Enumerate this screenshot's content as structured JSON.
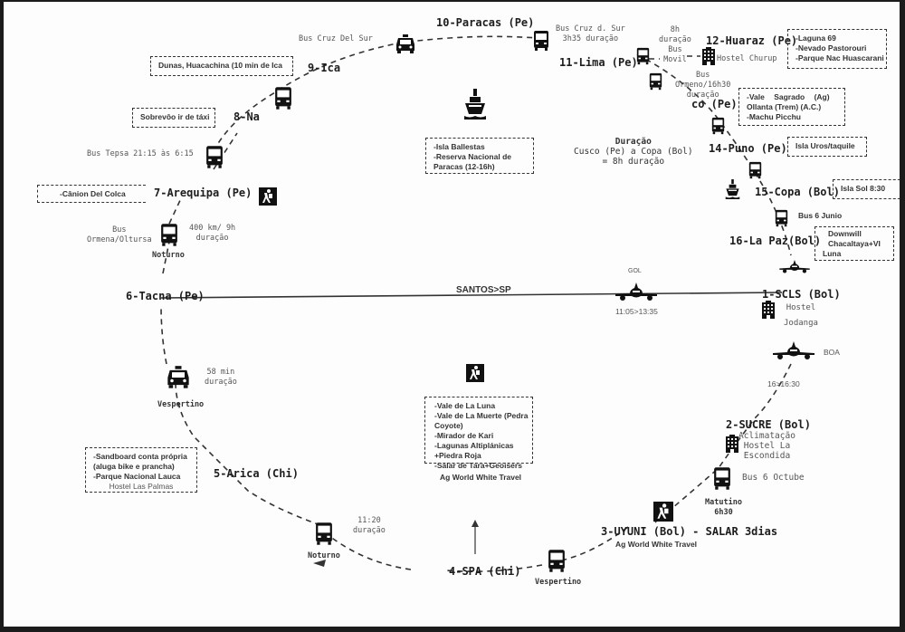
{
  "stops": {
    "s1": "1-SCLS (Bol)",
    "s2": "2-SUCRE (Bol)",
    "s3": "3-UYUNI (Bol) - SALAR 3dias",
    "s4": "4-SPA (Chi)",
    "s5": "5-Arica (Chi)",
    "s6": "6-Tacna (Pe)",
    "s7": "7-Arequipa (Pe)",
    "s8": "8-Na",
    "s9": "9-Ica",
    "s10": "10-Paracas (Pe)",
    "s11": "11-Lima (Pe)",
    "s12": "12-Huaraz (Pe)",
    "s13": "co (Pe)",
    "s14": "14-Puno (Pe)",
    "s15": "15-Copa (Bol)",
    "s16": "16-La Paz(Bol)"
  },
  "notes": {
    "bus_cruz_del_sur": "Bus Cruz Del Sur",
    "bus_cruz_d_sur": [
      "Bus Cruz d. Sur",
      "3h35 duração"
    ],
    "huaraz_bus": [
      "8h",
      "duração",
      "Bus",
      "Movil"
    ],
    "hostel_churup": "Hostel Churup",
    "bus_ormeno": [
      "Bus",
      "Ormeno/16h30",
      "duração"
    ],
    "cusco_copa": [
      "Duração",
      "Cusco (Pe) a Copa (Bol)",
      "= 8h duração"
    ],
    "bus_6_junio": "Bus 6 Junio",
    "hostel_jodanga": [
      "Hostel",
      "Jodanga"
    ],
    "flight_top": "GOL",
    "flight_time": "11:05>13:35",
    "boa": "BOA",
    "boa_time": "16>16:30",
    "sucre_hostel": [
      "Aclimatação",
      "Hostel La",
      "Escondida"
    ],
    "bus_6_octube": "Bus 6 Octube",
    "matutino": [
      "Matutino",
      "6h30"
    ],
    "uyuni_agency": "Ag World White Travel",
    "vespertino_spa": "Vespertino",
    "spa_duration": [
      "11:20",
      "duração"
    ],
    "noturno_arica": "Noturno",
    "taxi_duration": [
      "58 min",
      "duração"
    ],
    "vespertino_tacna": "Vespertino",
    "arequipa_bus": [
      "Bus",
      "Ormena/Oltursa"
    ],
    "arequipa_dist": [
      "400 km/ 9h",
      "duração"
    ],
    "noturno_arequipa": "Noturno",
    "bus_tepsa": "Bus Tepsa 21:15 às 6:15",
    "santos_sp": "SANTOS>SP",
    "center_agency": "Ag World White Travel"
  },
  "boxes": {
    "huaraz": [
      "-Laguna 69",
      "-Nevado Pastorouri",
      "-Parque Nac Huascarani"
    ],
    "cusco": [
      "-Vale Sagrado (Ag)",
      "Ollanta (Trem) (A.C.)",
      "-Machu Picchu"
    ],
    "puno": [
      "Isla Uros/taquile"
    ],
    "copa": [
      "Isla Sol 8:30"
    ],
    "lapaz": [
      "Downwill",
      "Chacaltaya+VI",
      "Luna"
    ],
    "paracas": [
      "-Isla Ballestas",
      "-Reserva Nacional de",
      "Paracas (12-16h)"
    ],
    "ica": [
      "Dunas, Huacachina (10 min de Ica"
    ],
    "nazca": [
      "Sobrevôo ir de táxi"
    ],
    "arequipa": [
      "-Cânion Del Colca"
    ],
    "uyuni": [
      "-Vale de La Luna",
      "-Vale de La Muerte (Pedra",
      "Coyote)",
      "-Mirador de Kari",
      "-Lagunas Altiplánicas",
      "+Piedra Roja",
      "-Salar de Tara+Geoisers"
    ],
    "arica": [
      "-Sandboard conta própria",
      "(aluga bike e prancha)",
      "-Parque Nacional Lauca"
    ],
    "arica_hostel": "Hostel Las Palmas"
  }
}
